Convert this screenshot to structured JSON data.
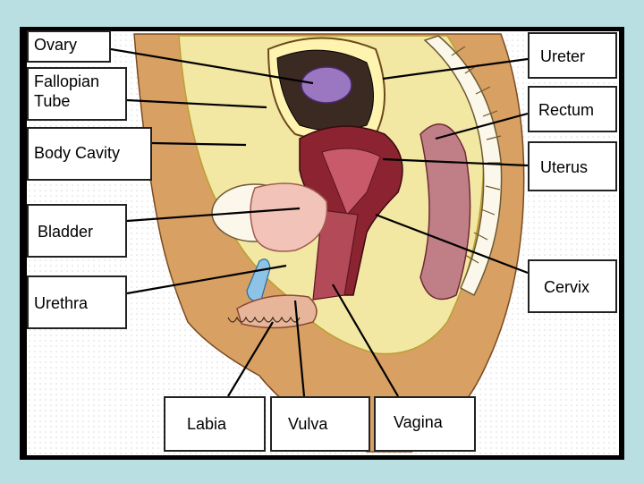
{
  "labels": {
    "ovary": "Ovary",
    "fallopian_tube": "Fallopian\nTube",
    "body_cavity": "Body Cavity",
    "bladder": "Bladder",
    "urethra": "Urethra",
    "ureter": "Ureter",
    "rectum": "Rectum",
    "uterus": "Uterus",
    "cervix": "Cervix",
    "labia": "Labia",
    "vulva": "Vulva",
    "vagina": "Vagina"
  },
  "colors": {
    "page_background": "#b9dfe2",
    "frame": "#000000",
    "illustration_background": "#ffffff",
    "skin": "#d9a064",
    "body_cavity": "#f3e7a4",
    "uterus": "#8b2430",
    "ovary": "#9a77c0",
    "bladder": "#f1c3b9",
    "urethra": "#8ec3e8"
  }
}
